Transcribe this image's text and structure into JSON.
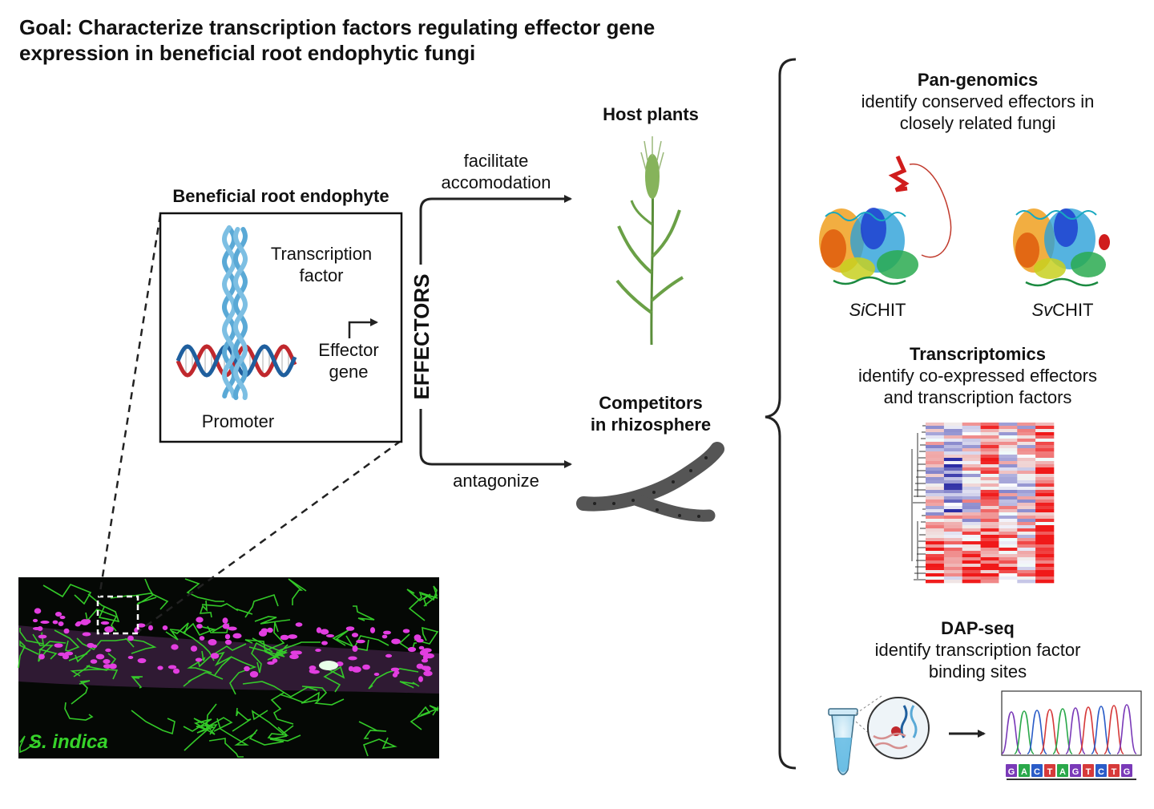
{
  "title_line1": "Goal: Characterize transcription factors regulating effector gene",
  "title_line2": "expression in beneficial root endophytic fungi",
  "endophyte": {
    "heading": "Beneficial root endophyte",
    "tf_line1": "Transcription",
    "tf_line2": "factor",
    "gene_line1": "Effector",
    "gene_line2": "gene",
    "promoter": "Promoter",
    "micrograph_label": "S. indica"
  },
  "effectors": {
    "label": "EFFECTORS",
    "top_arrow_line1": "facilitate",
    "top_arrow_line2": "accomodation",
    "bottom_arrow": "antagonize",
    "host": "Host plants",
    "competitors_line1": "Competitors",
    "competitors_line2": "in rhizosphere"
  },
  "approaches": {
    "pan": {
      "heading": "Pan-genomics",
      "line1": "identify conserved effectors in",
      "line2": "closely related fungi",
      "prot1_italic": "Si",
      "prot1_rest": "CHIT",
      "prot2_italic": "Sv",
      "prot2_rest": "CHIT"
    },
    "trans": {
      "heading": "Transcriptomics",
      "line1": "identify co-expressed effectors",
      "line2": "and transcription factors"
    },
    "dap": {
      "heading": "DAP-seq",
      "line1": "identify transcription factor",
      "line2": "binding sites",
      "sequence": [
        "G",
        "A",
        "C",
        "T",
        "A",
        "G",
        "T",
        "C",
        "T",
        "G"
      ]
    }
  },
  "colors": {
    "tf_blue": "#5aa9d6",
    "dna_red": "#c0282d",
    "dna_blue": "#1f5f9e",
    "fungus_green": "#36d42a",
    "nuclei_magenta": "#e23ee0",
    "heat_red": "#e8222a",
    "heat_blue": "#2a2fa8"
  }
}
